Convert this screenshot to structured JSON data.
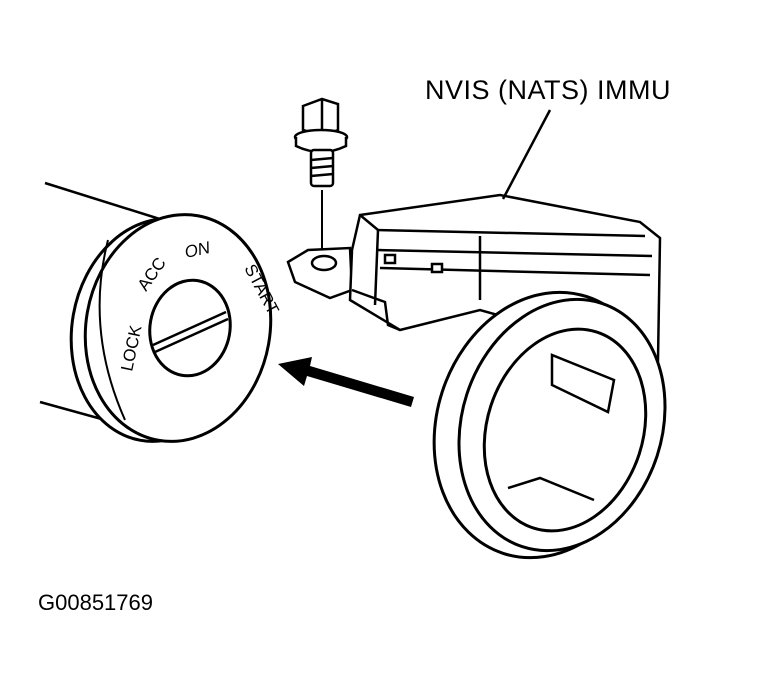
{
  "diagram": {
    "callout_label": "NVIS (NATS) IMMU",
    "ignition_labels": {
      "lock": "LOCK",
      "acc": "ACC",
      "on": "ON",
      "start": "START"
    },
    "figure_id": "G00851769"
  },
  "colors": {
    "ink": "#000000",
    "paper": "#ffffff"
  }
}
